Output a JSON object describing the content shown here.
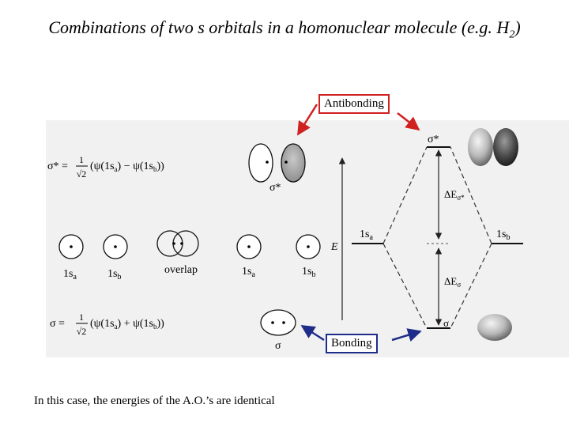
{
  "title": {
    "main": "Combinations of two s orbitals in a homonuclear molecule (e.g. H",
    "sub": "2",
    "close": ")"
  },
  "callouts": {
    "antibonding": "Antibonding",
    "bonding": "Bonding"
  },
  "footnote": "In this case, the energies of the A.O.’s are identical",
  "equations": {
    "antibonding": {
      "lhs": "σ* =",
      "num": "1",
      "den": "√2",
      "body": "(ψ(1s",
      "sub_a": "a",
      "mid": ") − ψ(1s",
      "sub_b": "b",
      "end": "))"
    },
    "bonding": {
      "lhs": "σ =",
      "num": "1",
      "den": "√2",
      "body": "(ψ(1s",
      "sub_a": "a",
      "mid": ") + ψ(1s",
      "sub_b": "b",
      "end": "))"
    }
  },
  "orbital_labels": {
    "sigma_star": "σ*",
    "sigma": "σ",
    "s_a_main": "1s",
    "s_a_sub": "a",
    "s_b_main": "1s",
    "s_b_sub": "b",
    "overlap": "overlap"
  },
  "energy_diagram": {
    "energy_axis": "E",
    "left_level_main": "1s",
    "left_level_sub": "a",
    "right_level_main": "1s",
    "right_level_sub": "b",
    "sigma_star_level": "σ*",
    "sigma_level": "σ",
    "delta_upper_main": "ΔE",
    "delta_upper_sub": "σ*",
    "delta_lower_main": "ΔE",
    "delta_lower_sub": "σ"
  },
  "colors": {
    "antibonding_border": "#d02020",
    "bonding_border": "#1f2d8a",
    "antibonding_arrow": "#d02020",
    "bonding_arrow": "#1f2d8a"
  }
}
